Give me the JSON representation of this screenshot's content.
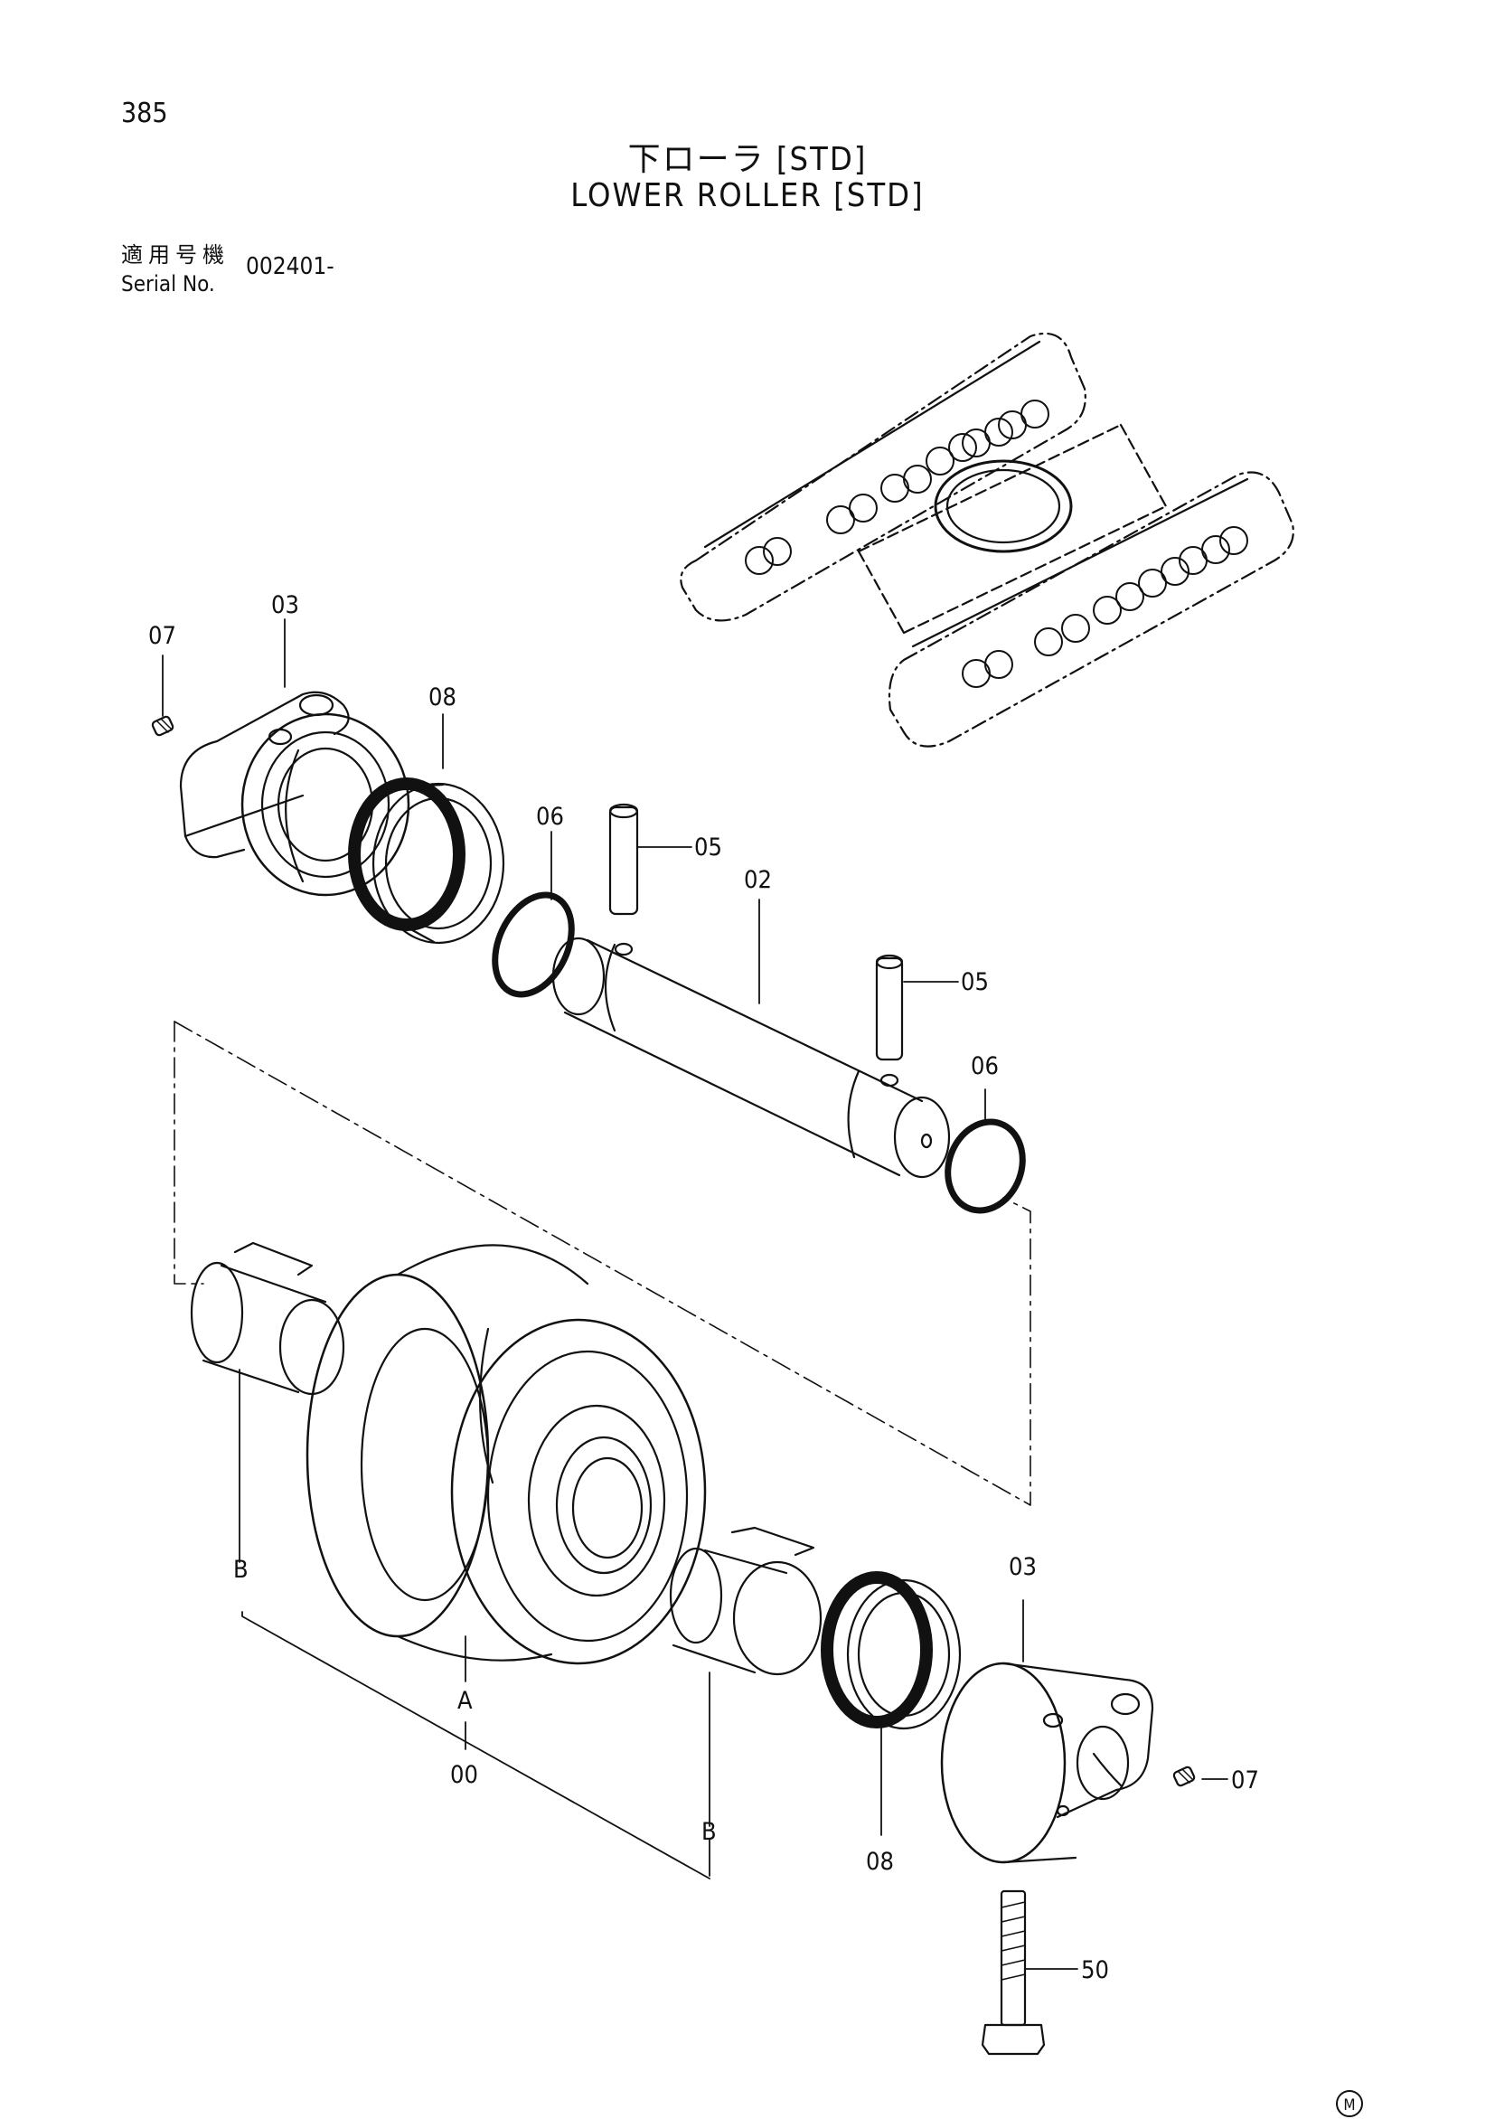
{
  "page_number": "385",
  "title_jp": "下ローラ [STD]",
  "title_en": "LOWER ROLLER [STD]",
  "serial_label_jp": "適用号機",
  "serial_label_en": "Serial No.",
  "serial_value": "002401-",
  "callouts": {
    "c00": "00",
    "c02": "02",
    "c03a": "03",
    "c03b": "03",
    "c05a": "05",
    "c05b": "05",
    "c06a": "06",
    "c06b": "06",
    "c07a": "07",
    "c07b": "07",
    "c08a": "08",
    "c08b": "08",
    "c50": "50",
    "cA": "A",
    "cB1": "B",
    "cB2": "B"
  },
  "corner_mark": "M"
}
